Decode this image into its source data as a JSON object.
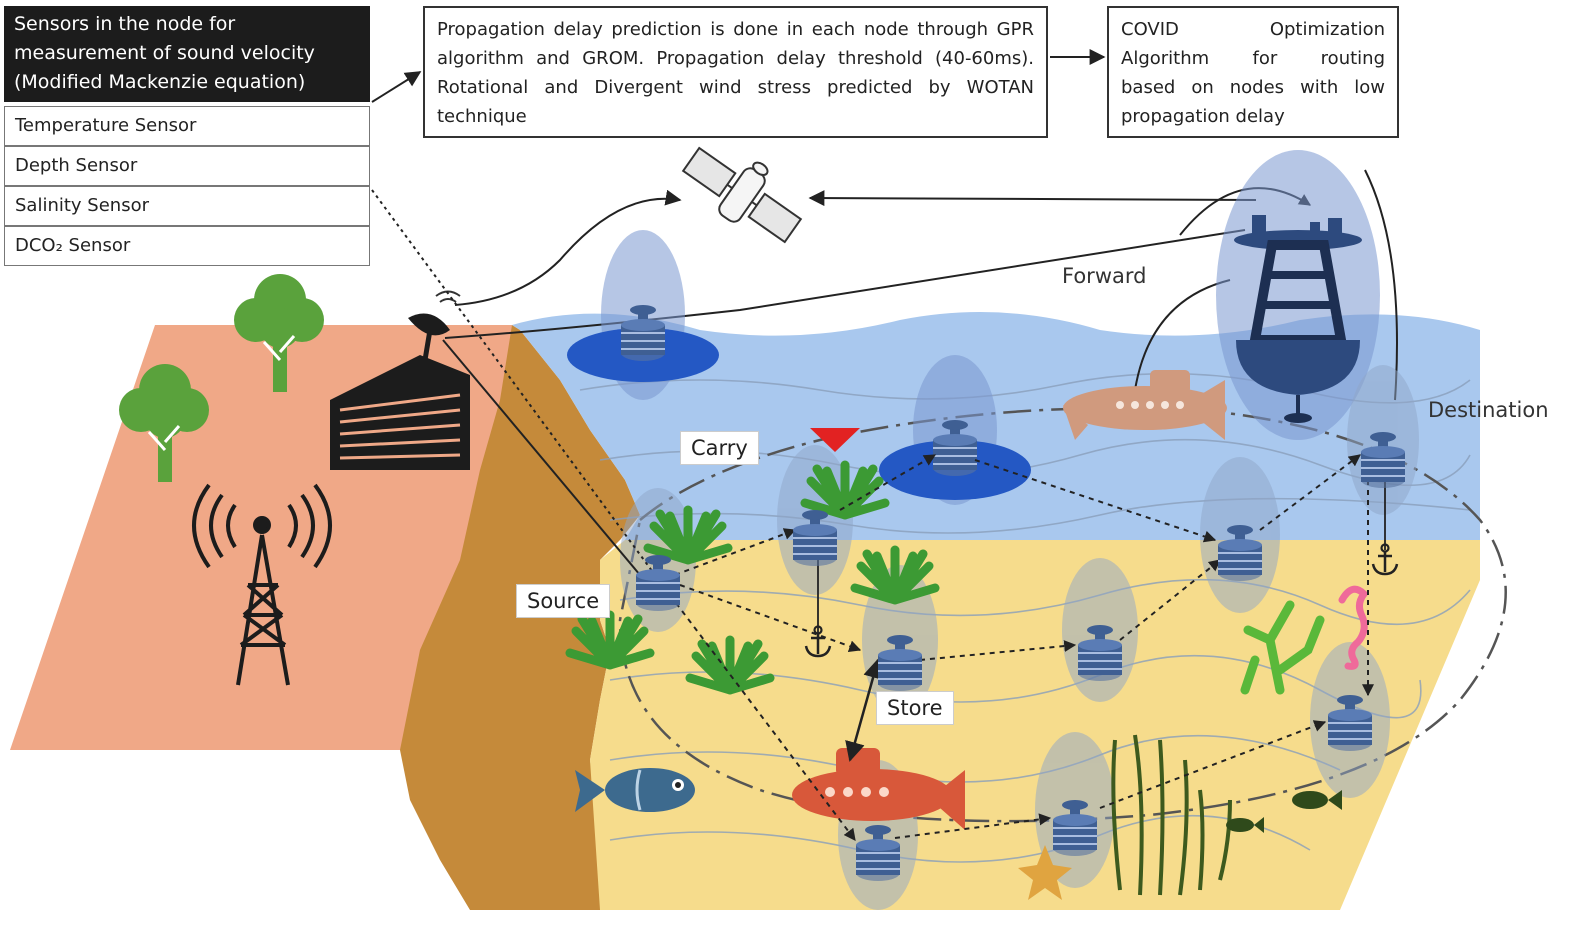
{
  "sensor_panel": {
    "header": [
      "Sensors in the node for",
      "measurement of sound velocity",
      "(Modified Mackenzie equation)"
    ],
    "sensors": [
      "Temperature Sensor",
      "Depth Sensor",
      "Salinity Sensor",
      "DCO₂ Sensor"
    ]
  },
  "prediction_box": {
    "text": "Propagation delay prediction  is done  in each node through GPR algorithm and GROM. Propagation delay threshold (40-60ms). Rotational and Divergent wind stress predicted by WOTAN technique"
  },
  "optimization_box": {
    "lines": [
      "COVID Optimization",
      "Algorithm for routing",
      "based on nodes with low",
      "propagation delay"
    ]
  },
  "labels": {
    "carry": "Carry",
    "source": "Source",
    "store": "Store",
    "forward": "Forward",
    "destination": "Destination"
  },
  "colors": {
    "land": "#f0a887",
    "cliff": "#c58a3a",
    "water": "#a9c8ee",
    "seabed": "#f6dc8c",
    "node": "#3f5f93",
    "plant": "#5aa23c",
    "vehicle": "#d8583a"
  },
  "icons": [
    "satellite-icon",
    "tree-icon",
    "building-icon",
    "dish-antenna-icon",
    "cell-tower-icon",
    "buoy-icon",
    "submarine-icon",
    "anchor-icon",
    "fish-icon",
    "seahorse-icon",
    "starfish-icon",
    "seaweed-icon",
    "sensor-node-icon"
  ]
}
